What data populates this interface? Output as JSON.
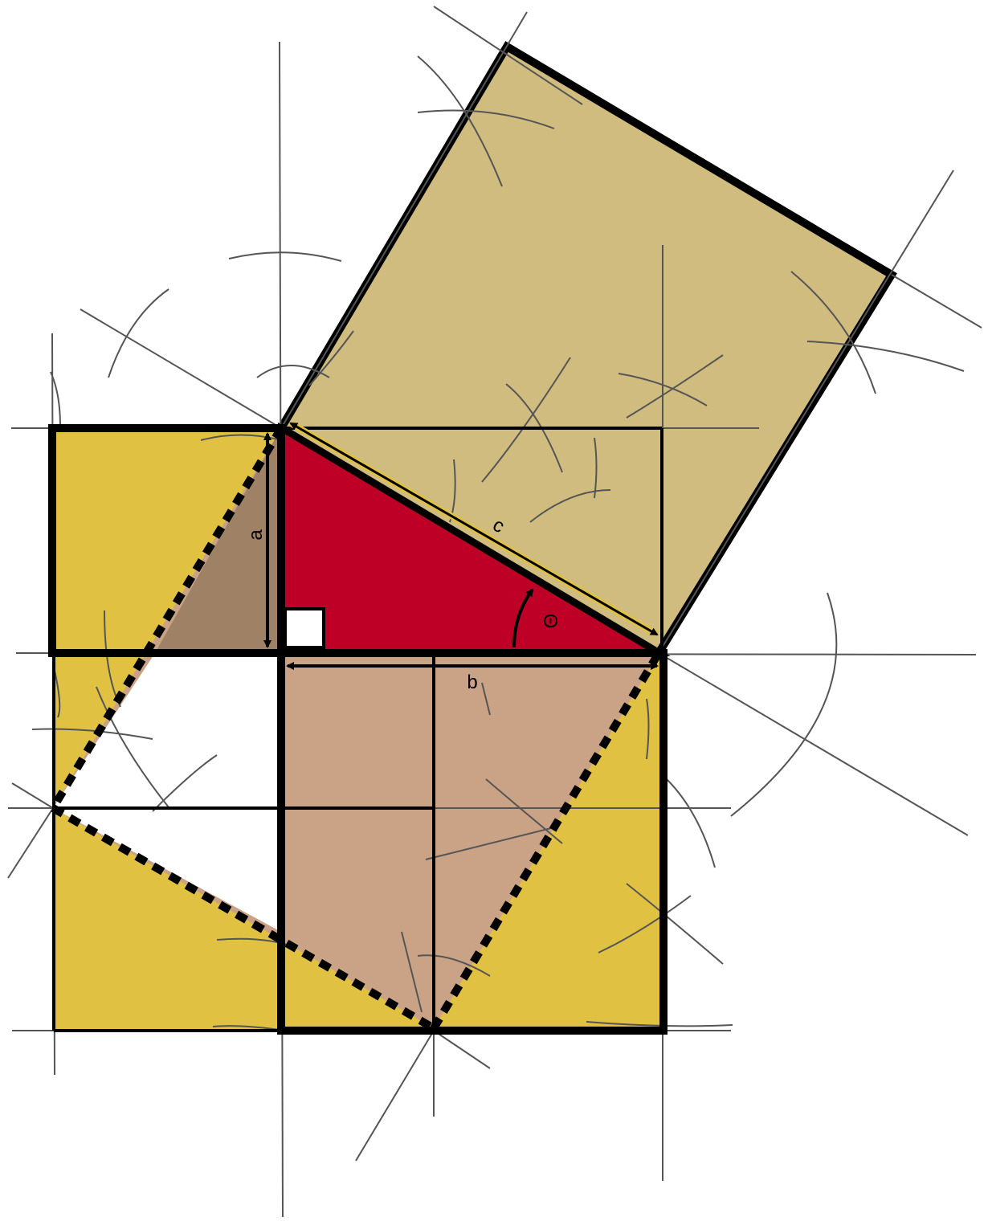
{
  "diagram": {
    "labels": {
      "leg_a": "a",
      "leg_b": "b",
      "hypotenuse": "c",
      "angle": "Θ"
    },
    "colors": {
      "square_a2": "#e1c142",
      "square_b2": "#e1c142",
      "square_c2": "#d0bc7f",
      "triangle": "#bf0026",
      "inner_small_triangle": "#9f8266",
      "inner_rotated_square": "#caa386",
      "outline": "#000000",
      "construction_lines": "#555555"
    }
  }
}
